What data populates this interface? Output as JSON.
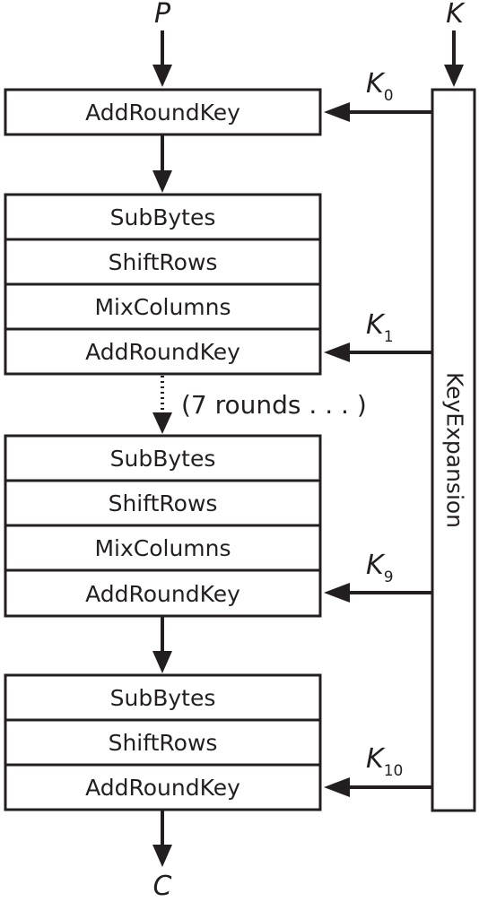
{
  "input_label": "P",
  "key_label": "K",
  "output_label": "C",
  "key_expansion_label": "KeyExpansion",
  "initial_step": "AddRoundKey",
  "round_1": [
    "SubBytes",
    "ShiftRows",
    "MixColumns",
    "AddRoundKey"
  ],
  "rounds_note": "(7 rounds . . . )",
  "round_9": [
    "SubBytes",
    "ShiftRows",
    "MixColumns",
    "AddRoundKey"
  ],
  "final_round": [
    "SubBytes",
    "ShiftRows",
    "AddRoundKey"
  ],
  "round_keys": [
    {
      "letter": "K",
      "sub": "0"
    },
    {
      "letter": "K",
      "sub": "1"
    },
    {
      "letter": "K",
      "sub": "9"
    },
    {
      "letter": "K",
      "sub": "10"
    }
  ]
}
